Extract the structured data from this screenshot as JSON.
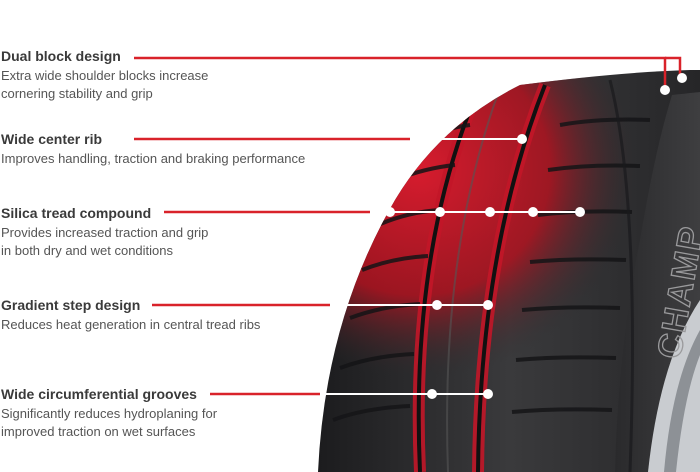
{
  "features": [
    {
      "title": "Dual block design",
      "desc_lines": [
        "Extra wide shoulder blocks increase",
        "cornering stability and grip"
      ]
    },
    {
      "title": "Wide center rib",
      "desc_lines": [
        "Improves handling, traction and braking performance"
      ]
    },
    {
      "title": "Silica tread compound",
      "desc_lines": [
        "Provides increased traction and grip",
        "in both dry and wet conditions"
      ]
    },
    {
      "title": "Gradient step design",
      "desc_lines": [
        "Reduces heat generation in central tread ribs"
      ]
    },
    {
      "title": "Wide circumferential grooves",
      "desc_lines": [
        "Significantly reduces hydroplaning for",
        "improved traction on wet surfaces"
      ]
    }
  ],
  "sidewall_text": "CHAMP",
  "colors": {
    "accent": "#d9222a",
    "tire_dark": "#2b2b2d",
    "tire_red": "#c8102e",
    "text_title": "#3a3a3a",
    "text_body": "#555555"
  }
}
